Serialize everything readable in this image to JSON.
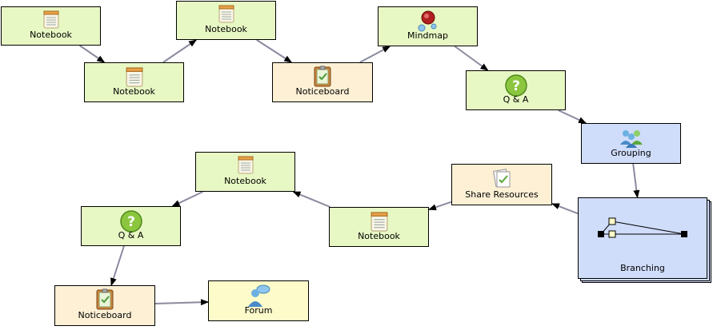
{
  "activities": [
    {
      "id": "n1",
      "label": "Notebook",
      "icon": "notebook-icon",
      "fill": "green"
    },
    {
      "id": "n2",
      "label": "Notebook",
      "icon": "notebook-icon",
      "fill": "green"
    },
    {
      "id": "n3",
      "label": "Notebook",
      "icon": "notebook-icon",
      "fill": "green"
    },
    {
      "id": "n4",
      "label": "Noticeboard",
      "icon": "noticeboard-icon",
      "fill": "peach"
    },
    {
      "id": "n5",
      "label": "Mindmap",
      "icon": "mindmap-icon",
      "fill": "green"
    },
    {
      "id": "n6",
      "label": "Q & A",
      "icon": "question-icon",
      "fill": "green"
    },
    {
      "id": "n7",
      "label": "Grouping",
      "icon": "grouping-icon",
      "fill": "blue"
    },
    {
      "id": "n8",
      "label": "Branching",
      "icon": "branching-icon",
      "fill": "blue"
    },
    {
      "id": "n9",
      "label": "Share Resources",
      "icon": "share-resources-icon",
      "fill": "peach"
    },
    {
      "id": "n10",
      "label": "Notebook",
      "icon": "notebook-icon",
      "fill": "green"
    },
    {
      "id": "n11",
      "label": "Notebook",
      "icon": "notebook-icon",
      "fill": "green"
    },
    {
      "id": "n12",
      "label": "Q & A",
      "icon": "question-icon",
      "fill": "green"
    },
    {
      "id": "n13",
      "label": "Noticeboard",
      "icon": "noticeboard-icon",
      "fill": "peach"
    },
    {
      "id": "n14",
      "label": "Forum",
      "icon": "forum-icon",
      "fill": "yellow"
    }
  ],
  "transitions": [
    [
      "n1",
      "n2"
    ],
    [
      "n2",
      "n3"
    ],
    [
      "n3",
      "n4"
    ],
    [
      "n4",
      "n5"
    ],
    [
      "n5",
      "n6"
    ],
    [
      "n6",
      "n7"
    ],
    [
      "n7",
      "n8"
    ],
    [
      "n8",
      "n9"
    ],
    [
      "n9",
      "n10"
    ],
    [
      "n10",
      "n11"
    ],
    [
      "n11",
      "n12"
    ],
    [
      "n12",
      "n13"
    ],
    [
      "n13",
      "n14"
    ]
  ]
}
